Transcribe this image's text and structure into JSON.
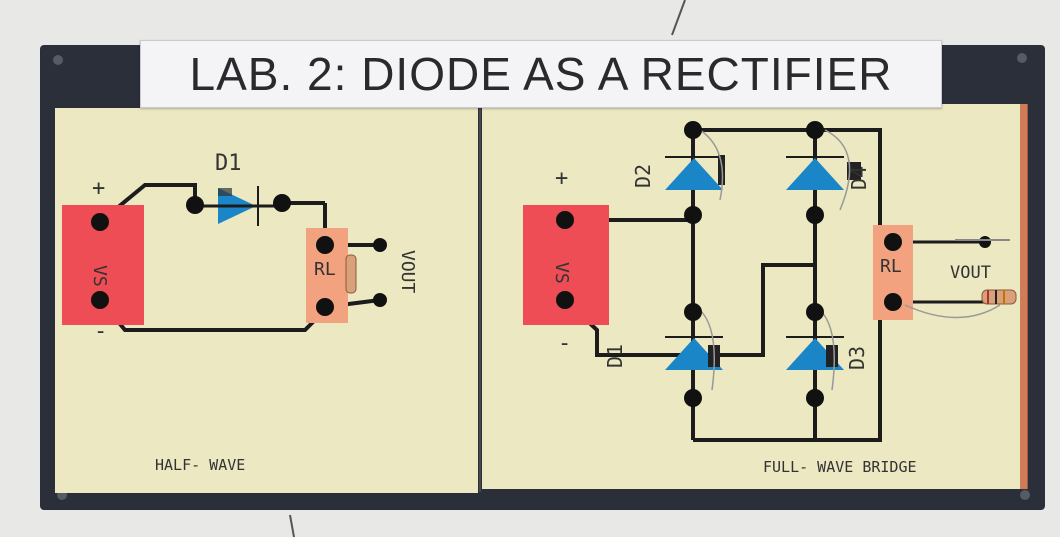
{
  "title": "LAB. 2: DIODE AS A RECTIFIER",
  "half_wave": {
    "caption": "HALF- WAVE",
    "source_label": "VS",
    "diode_label": "D1",
    "load_label": "RL",
    "output_label": "VOUT",
    "plus_sign": "+",
    "minus_sign": "-"
  },
  "full_wave": {
    "caption": "FULL- WAVE BRIDGE",
    "source_label": "VS",
    "load_label": "RL",
    "output_label": "VOUT",
    "diode_labels": [
      "D1",
      "D2",
      "D3",
      "D4"
    ],
    "plus_sign": "+",
    "minus_sign": "-"
  },
  "colors": {
    "board": "#ebe8c2",
    "frame": "#2a2f3a",
    "source_pad": "#ef4d55",
    "load_pad": "#f2a27e",
    "diode": "#1a86c8",
    "trace": "#1c1c1c"
  }
}
